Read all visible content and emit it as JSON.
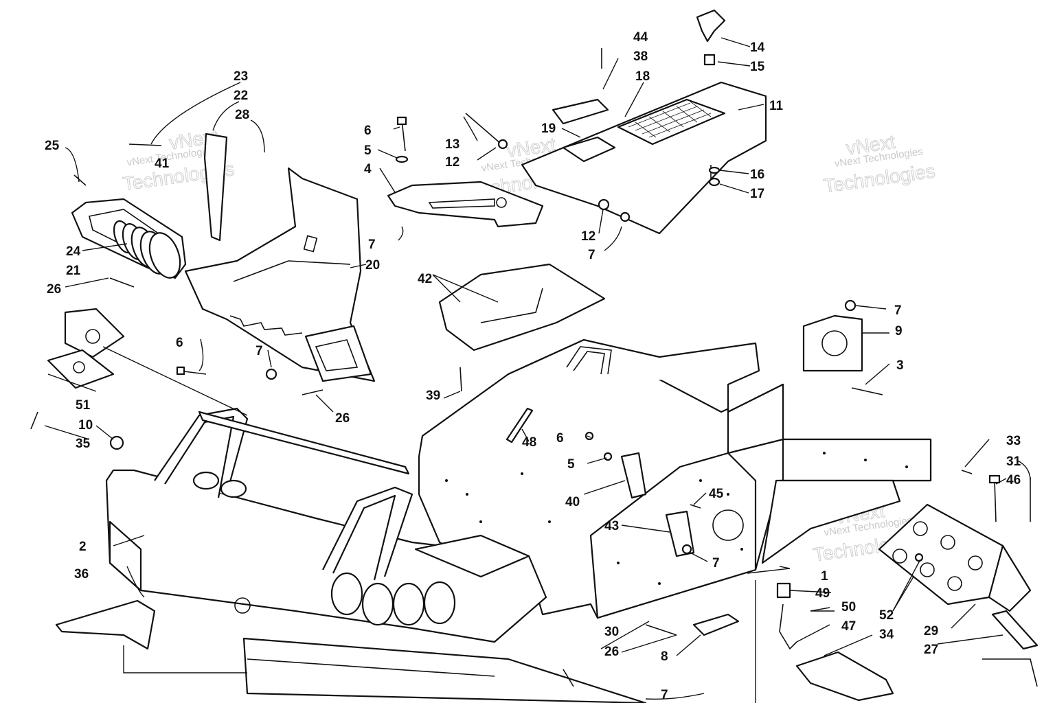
{
  "diagram": {
    "watermark_text": "vNext Technologies",
    "watermark_word_1": "vNext",
    "watermark_word_2": "Technologies",
    "callouts": [
      "1",
      "2",
      "3",
      "4",
      "5",
      "6",
      "7",
      "8",
      "9",
      "10",
      "11",
      "12",
      "13",
      "14",
      "15",
      "16",
      "17",
      "18",
      "19",
      "20",
      "21",
      "22",
      "23",
      "24",
      "25",
      "26",
      "27",
      "28",
      "29",
      "30",
      "31",
      "33",
      "34",
      "35",
      "36",
      "38",
      "39",
      "40",
      "41",
      "42",
      "43",
      "44",
      "45",
      "46",
      "47",
      "48",
      "49",
      "50",
      "51",
      "52"
    ]
  }
}
